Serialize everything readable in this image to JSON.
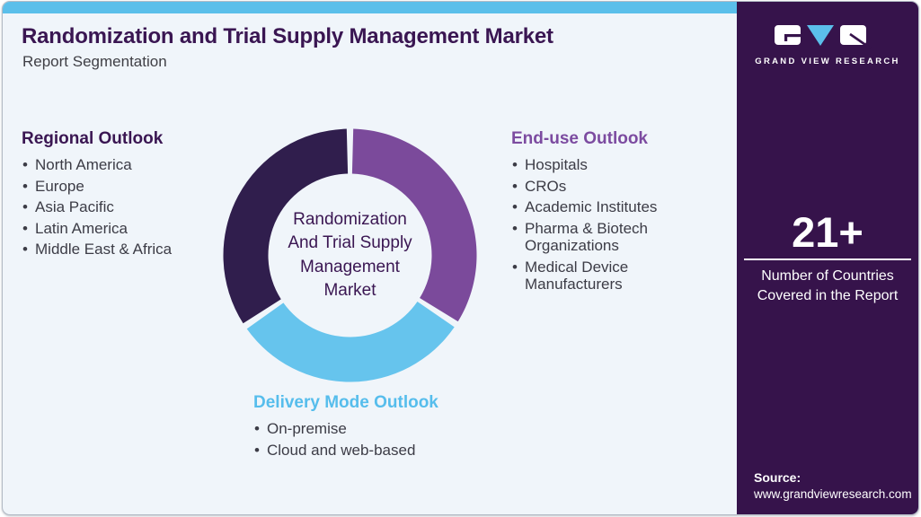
{
  "colors": {
    "page_bg": "#FFFFFF",
    "card_bg": "#F0F5FA",
    "card_border": "#B4BCC6",
    "topbar": "#5BBFEA",
    "title": "#3A1652",
    "subtitle": "#3F3F45",
    "body_text": "#3C3C46",
    "regional_heading": "#3A1652",
    "enduse_heading": "#7C4BA0",
    "delivery_heading": "#56BDEC",
    "sidebar_bg": "#36134B",
    "sidebar_text": "#FFFFFF",
    "logo_accent": "#5BBFEA"
  },
  "header": {
    "title": "Randomization and Trial Supply Management Market",
    "subtitle": "Report Segmentation"
  },
  "sections": {
    "regional": {
      "heading": "Regional Outlook",
      "items": [
        "North America",
        "Europe",
        "Asia Pacific",
        "Latin America",
        "Middle East & Africa"
      ]
    },
    "enduse": {
      "heading": "End-use Outlook",
      "items": [
        "Hospitals",
        "CROs",
        "Academic Institutes",
        "Pharma & Biotech Organizations",
        "Medical Device Manufacturers"
      ]
    },
    "delivery": {
      "heading": "Delivery Mode Outlook",
      "items": [
        "On-premise",
        "Cloud and web-based"
      ]
    }
  },
  "chart_data": {
    "type": "pie",
    "donut": true,
    "title": "Randomization And Trial Supply Management Market",
    "center_label_lines": [
      "Randomization",
      "And Trial Supply",
      "Management",
      "Market"
    ],
    "segments": [
      {
        "label": "End-use Outlook",
        "color": "#7B4A9B",
        "start_angle": 1.5,
        "end_angle": 121.5
      },
      {
        "label": "Delivery Mode Outlook",
        "color": "#66C4ED",
        "start_angle": 124.5,
        "end_angle": 234.5
      },
      {
        "label": "Regional Outlook",
        "color": "#301E4D",
        "start_angle": 237.5,
        "end_angle": 358.5
      }
    ]
  },
  "sidebar": {
    "logo": {
      "brand": "GRAND VIEW RESEARCH"
    },
    "stat": {
      "value": "21+",
      "caption": "Number of Countries Covered in the Report"
    },
    "source": {
      "label": "Source:",
      "url": "www.grandviewresearch.com"
    }
  }
}
